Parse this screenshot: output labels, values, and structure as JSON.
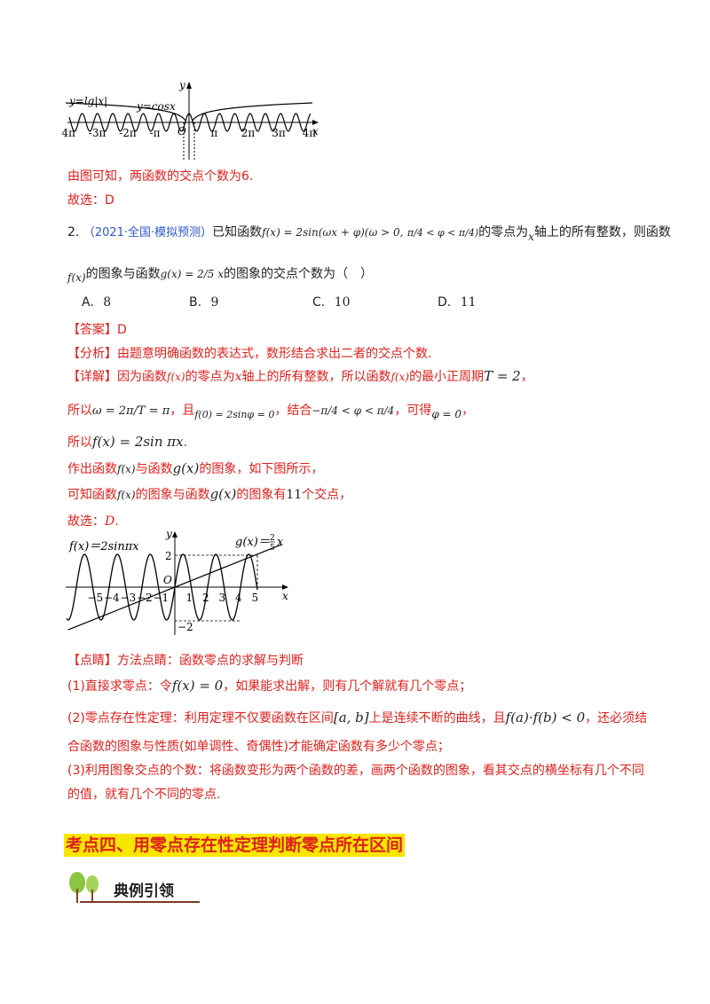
{
  "fig1": {
    "lg_label": "y=lg|x|",
    "cos_label": "y=cosx",
    "y_axis": "y",
    "x_axis": "x",
    "origin": "O",
    "ticks": [
      "-4π",
      "-3π",
      "-2π",
      "-π",
      "π",
      "2π",
      "3π",
      "4π"
    ]
  },
  "q1": {
    "conclusion": "由图可知，两函数的交点个数为6.",
    "answer": "故选：D"
  },
  "q2": {
    "number": "2.",
    "source": "（2021·全国·模拟预测）",
    "stem_a": "已知函数",
    "fx_def": "f(x) = 2sin(ωx + φ)(ω > 0,",
    "phi_range": "π/4 < φ < π/4)",
    "stem_b": "的零点为",
    "x_var": "x",
    "stem_c": "轴上的所有整数，则函数",
    "line2_f": "f(x)",
    "line2_a": "的图象与函数",
    "gx_def": "g(x) = 2/5 x",
    "line2_b": "的图象的交点个数为（　）",
    "options": [
      {
        "letter": "A.",
        "value": "8"
      },
      {
        "letter": "B.",
        "value": "9"
      },
      {
        "letter": "C.",
        "value": "10"
      },
      {
        "letter": "D.",
        "value": "11"
      }
    ],
    "answer_tag": "【答案】",
    "answer_val": "D",
    "analysis_tag": "【分析】",
    "analysis": "由题意明确函数的表达式，数形结合求出二者的交点个数.",
    "detail_tag": "【详解】",
    "detail1_a": "因为函数",
    "detail1_f": "f(x)",
    "detail1_b": "的零点为",
    "detail1_x": "x",
    "detail1_c": "轴上的所有整数，所以函数",
    "detail1_f2": "f(x)",
    "detail1_d": "的最小正周期",
    "detail1_T": "T = 2",
    "detail1_e": "，",
    "detail2_a": "所以",
    "detail2_omega": "ω = 2π/T = π",
    "detail2_b": "，且",
    "detail2_f0": "f(0) = 2sinφ = 0",
    "detail2_c": "，结合",
    "detail2_range": "−π/4 < φ < π/4",
    "detail2_d": "，可得",
    "detail2_phi": "φ = 0",
    "detail2_e": "，",
    "detail3_a": "所以",
    "detail3_f": "f(x) = 2sin πx",
    "detail3_b": ".",
    "detail4_a": "作出函数",
    "detail4_f": "f(x)",
    "detail4_b": "与函数",
    "detail4_g": "g(x)",
    "detail4_c": "的图象，如下图所示，",
    "detail5_a": "可知函数",
    "detail5_f": "f(x)",
    "detail5_b": "的图象与函数",
    "detail5_g": "g(x)",
    "detail5_c": "的图象有",
    "detail5_n": "11",
    "detail5_d": "个交点，",
    "choose": "故选：",
    "choose_val": "D",
    "choose_end": "."
  },
  "fig2": {
    "f_label": "f(x)＝2sinπx",
    "g_label_a": "g(x)＝",
    "g_num": "2",
    "g_den": "5",
    "g_label_b": "x",
    "y_axis": "y",
    "x_axis": "x",
    "origin": "O",
    "y_top": "2",
    "y_bottom": "−2",
    "x_ticks_neg": [
      "−5",
      "−4",
      "−3",
      "−2",
      "−1"
    ],
    "x_ticks_pos": [
      "1",
      "2",
      "3",
      "4",
      "5"
    ]
  },
  "tips": {
    "tag": "【点睛】",
    "title": "方法点睛：函数零点的求解与判断",
    "p1_a": "(1)直接求零点：令",
    "p1_f": "f(x) = 0",
    "p1_b": "，如果能求出解，则有几个解就有几个零点；",
    "p2_a": "(2)零点存在性定理：利用定理不仅要函数在区间",
    "p2_int": "[a, b]",
    "p2_b": "上是连续不断的曲线，且",
    "p2_cond": "f(a)·f(b) < 0",
    "p2_c": "，还必须结",
    "p2_line2": "合函数的图象与性质(如单调性、奇偶性)才能确定函数有多少个零点；",
    "p3_line1": "(3)利用图象交点的个数：将函数变形为两个函数的差，画两个函数的图象，看其交点的横坐标有几个不同",
    "p3_line2": "的值，就有几个不同的零点."
  },
  "section": {
    "title": "考点四、用零点存在性定理判断零点所在区间",
    "badge": "典例引领"
  }
}
